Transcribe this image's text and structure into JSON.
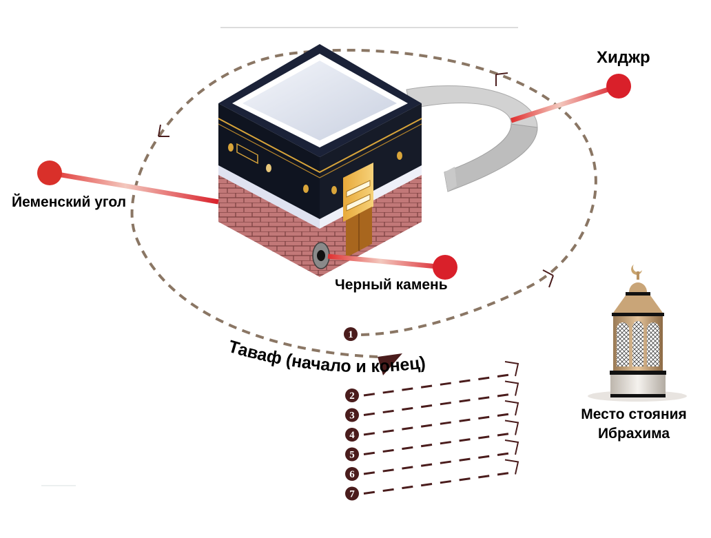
{
  "diagram": {
    "title": "Таваф вокруг Каабы",
    "labels": {
      "hijr": "Хиджр",
      "yemeni_corner": "Йеменский угол",
      "black_stone": "Черный камень",
      "tawaf": "Таваф (начало и конец)",
      "maqam_line1": "Место стояния",
      "maqam_line2": "Ибрахима"
    },
    "circuits": [
      "1",
      "2",
      "3",
      "4",
      "5",
      "6",
      "7"
    ],
    "colors": {
      "pointer_red": "#d9202a",
      "path_dash": "#8a7664",
      "circuit_dark": "#4a1c1c",
      "kiswa": "#141823",
      "gold": "#d9a53a",
      "brick": "#b87070",
      "hijr_wall": "#c9c9c9"
    }
  }
}
